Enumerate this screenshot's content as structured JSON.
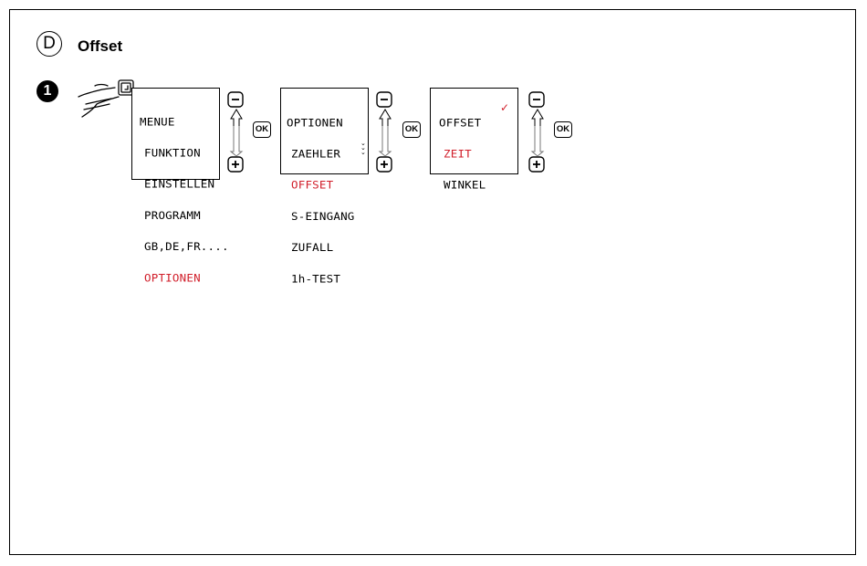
{
  "section": {
    "letter": "D",
    "title": "Offset"
  },
  "step": {
    "number": "1"
  },
  "screens": [
    {
      "lines": [
        "MENUE",
        "FUNKTION",
        "EINSTELLEN",
        "PROGRAMM",
        "GB,DE,FR....",
        "OPTIONEN"
      ],
      "highlight": "OPTIONEN"
    },
    {
      "lines": [
        "OPTIONEN",
        "ZAEHLER",
        "OFFSET",
        "S-EINGANG",
        "ZUFALL",
        "1h-TEST"
      ],
      "highlight": "OFFSET"
    },
    {
      "lines": [
        "OFFSET",
        "ZEIT",
        "WINKEL"
      ],
      "highlight": "ZEIT"
    }
  ],
  "buttons": {
    "minus": "−",
    "plus": "+",
    "ok": "OK"
  },
  "highlight_color": "#d11f2b"
}
